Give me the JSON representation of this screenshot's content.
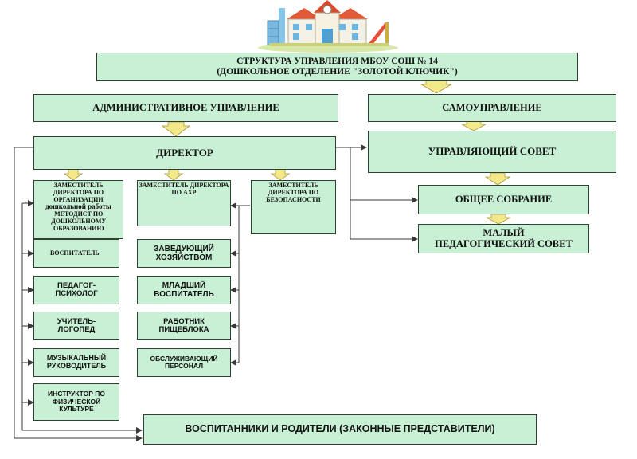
{
  "header": {
    "title_line1": "СТРУКТУРА УПРАВЛЕНИЯ МБОУ СОШ № 14",
    "title_line2": "(ДОШКОЛЬНОЕ ОТДЕЛЕНИЕ \"ЗОЛОТОЙ КЛЮЧИК\")"
  },
  "nodes": {
    "admin": "АДМИНИСТРАТИВНОЕ УПРАВЛЕНИЕ",
    "selfgov": "САМОУПРАВЛЕНИЕ",
    "director": "ДИРЕКТОР",
    "council": "УПРАВЛЯЮЩИЙ СОВЕТ",
    "assembly": "ОБЩЕЕ СОБРАНИЕ",
    "ped_council": "МАЛЫЙ ПЕДАГОГИЧЕСКИЙ СОВЕТ",
    "deputy_preschool": "ЗАМЕСТИТЕЛЬ ДИРЕКТОРА ПО ОРГАНИЗАЦИИ",
    "deputy_preschool_tail": "дошкольной работы",
    "methodist": "МЕТОДИСТ ПО ДОШКОЛЬНОМУ ОБРАЗОВАНИЮ",
    "deputy_ahr": "ЗАМЕСТИТЕЛЬ ДИРЕКТОРА ПО АХР",
    "deputy_safety": "ЗАМЕСТИТЕЛЬ ДИРЕКТОРА ПО БЕЗОПАСНОСТИ",
    "educator": "ВОСПИТАТЕЛЬ",
    "psychologist": "ПЕДАГОГ-ПСИХОЛОГ",
    "speech": "УЧИТЕЛЬ-ЛОГОПЕД",
    "music": "МУЗЫКАЛЬНЫЙ РУКОВОДИТЕЛЬ",
    "pe": "ИНСТРУКТОР ПО ФИЗИЧЕСКОЙ КУЛЬТУРЕ",
    "housekeeper": "ЗАВЕДУЮЩИЙ ХОЗЯЙСТВОМ",
    "junior_educator": "МЛАДШИЙ ВОСПИТАТЕЛЬ",
    "kitchen": "РАБОТНИК ПИЩЕБЛОКА",
    "service": "ОБСЛУЖИВАЮЩИЙ ПЕРСОНАЛ",
    "pupils": "ВОСПИТАННИКИ И РОДИТЕЛИ (ЗАКОННЫЕ ПРЕДСТАВИТЕЛИ)"
  },
  "colors": {
    "box_fill": "#c8f0d4",
    "arrow_fill": "#f3e88a",
    "line": "#3a3a3a"
  }
}
